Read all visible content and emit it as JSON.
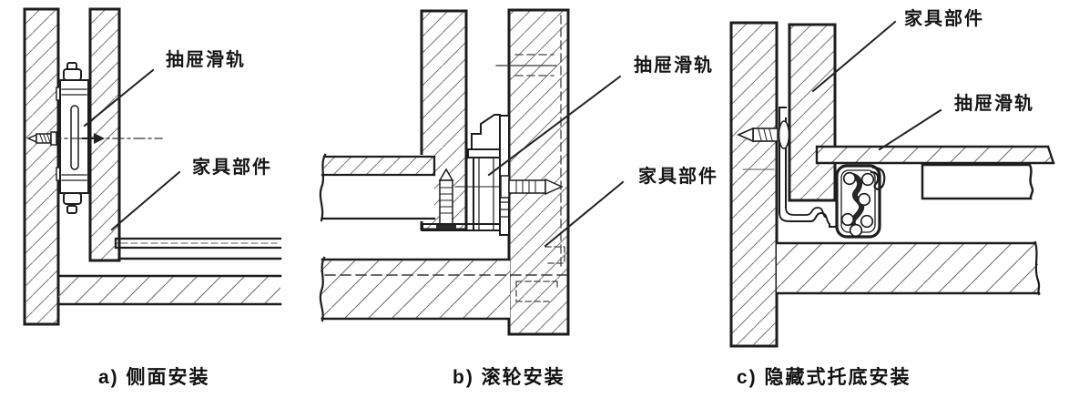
{
  "colors": {
    "background": "#ffffff",
    "line": "#1d1d1d",
    "hatch": "#787878",
    "text": "#161616"
  },
  "panels": [
    {
      "id": "a",
      "caption": "a) 侧面安装",
      "labels": [
        {
          "text": "抽屉滑轨"
        },
        {
          "text": "家具部件"
        }
      ]
    },
    {
      "id": "b",
      "caption": "b) 滚轮安装",
      "labels": [
        {
          "text": "抽屉滑轨"
        },
        {
          "text": "家具部件"
        }
      ]
    },
    {
      "id": "c",
      "caption": "c) 隐藏式托底安装",
      "labels": [
        {
          "text": "家具部件"
        },
        {
          "text": "抽屉滑轨"
        }
      ]
    }
  ]
}
